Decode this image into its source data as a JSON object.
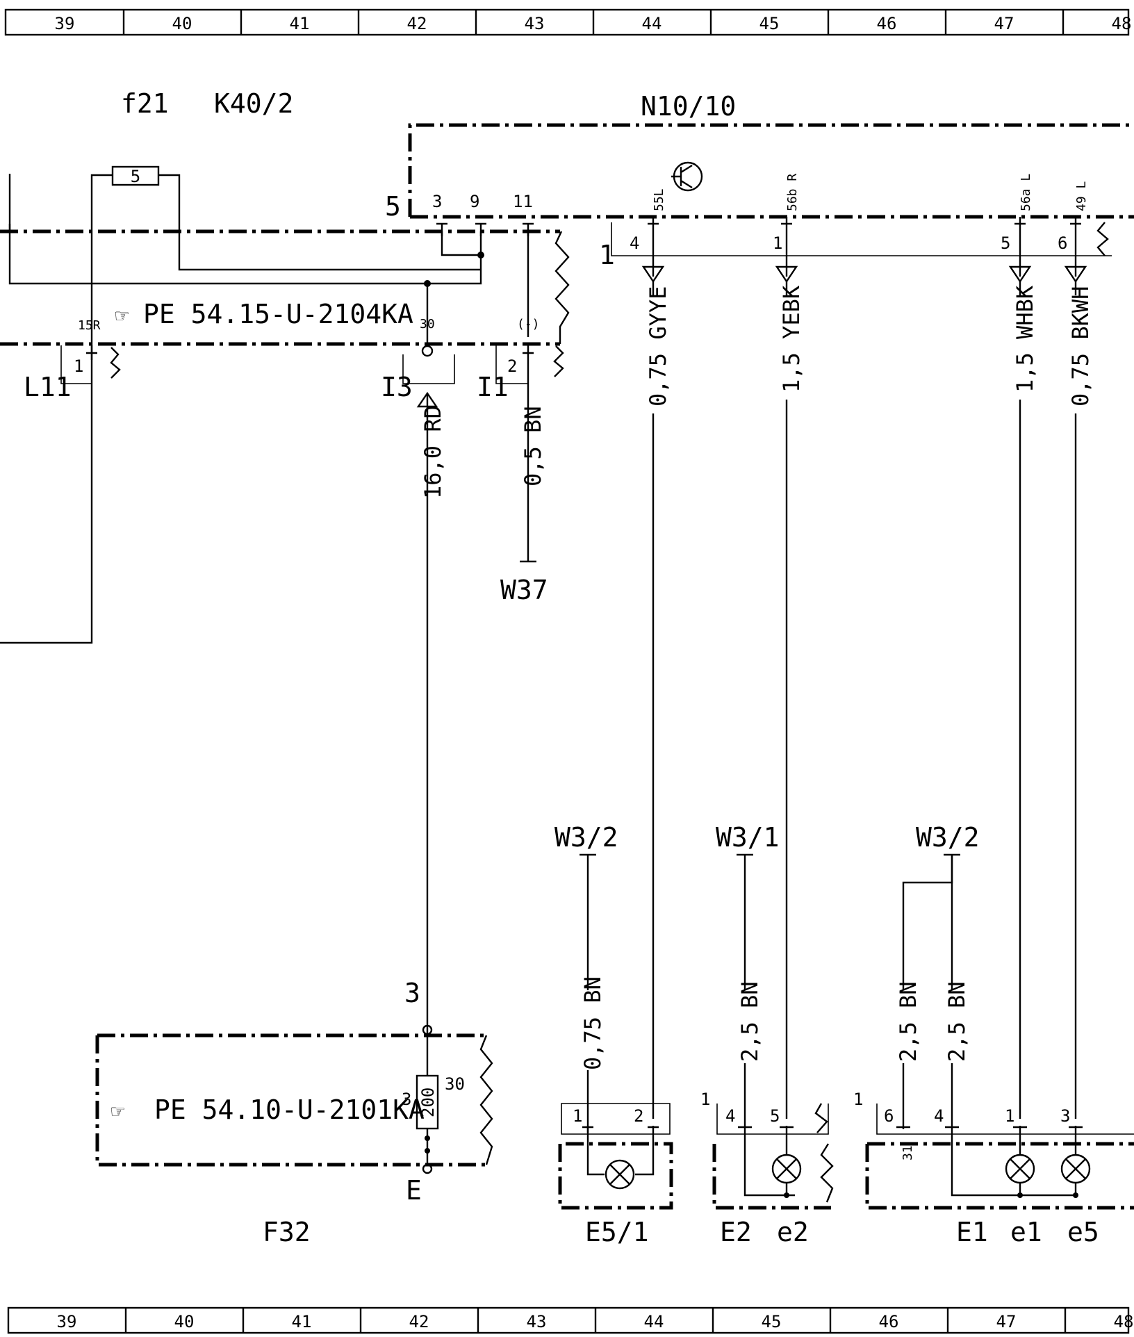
{
  "grid": {
    "columns": [
      "39",
      "40",
      "41",
      "42",
      "43",
      "44",
      "45",
      "46",
      "47",
      "48"
    ]
  },
  "components": {
    "f21": "f21",
    "k40_2": "K40/2",
    "n10_10": "N10/10",
    "l11": "L11",
    "i3": "I3",
    "i1": "I1",
    "w37": "W37",
    "f32": "F32",
    "e5_1": "E5/1",
    "e2": "E2",
    "e2_lamp": "e2",
    "e1": "E1",
    "e1_lamp": "e1",
    "e5_lamp": "e5",
    "w3_2_a": "W3/2",
    "w3_1": "W3/1",
    "w3_2_b": "W3/2"
  },
  "references": {
    "pe_top": "PE 54.15-U-2104KA",
    "pe_bottom": "PE 54.10-U-2101KA",
    "pe_bottom_sup": "3"
  },
  "fuse": {
    "value": "5",
    "resistor": "200"
  },
  "pins": {
    "k40_5": "5",
    "k40_3": "3",
    "k40_9": "9",
    "k40_11": "11",
    "n10_55l": "55L",
    "n10_56b": "56b R",
    "n10_56a": "56a L",
    "n10_49": "49 L",
    "n10_p4": "4",
    "n10_p1": "1",
    "n10_p5": "5",
    "n10_p6": "6",
    "n10_conn": "1",
    "l11_15r": "15R",
    "l11_p1": "1",
    "i3_30": "30",
    "i1_minus": "(-)",
    "i1_p2": "2",
    "f32_3": "3",
    "f32_e": "E",
    "f32_30": "30",
    "e51_p1": "1",
    "e51_p2": "2",
    "e2_conn": "1",
    "e2_p4": "4",
    "e2_p5": "5",
    "e1_conn": "1",
    "e1_p6": "6",
    "e1_p31": "31",
    "e1_p4": "4",
    "e1_p1": "1",
    "e1_p3": "3"
  },
  "wires": {
    "rd": "16,0 RD",
    "bn_w37": "0,5 BN",
    "gyye": "0,75 GYYE",
    "yebk": "1,5 YEBK",
    "whbk": "1,5 WHBK",
    "bkwh": "0,75 BKWH",
    "bn_e51": "0,75 BN",
    "bn_e2": "2,5 BN",
    "bn_e1a": "2,5 BN",
    "bn_e1b": "2,5 BN"
  }
}
